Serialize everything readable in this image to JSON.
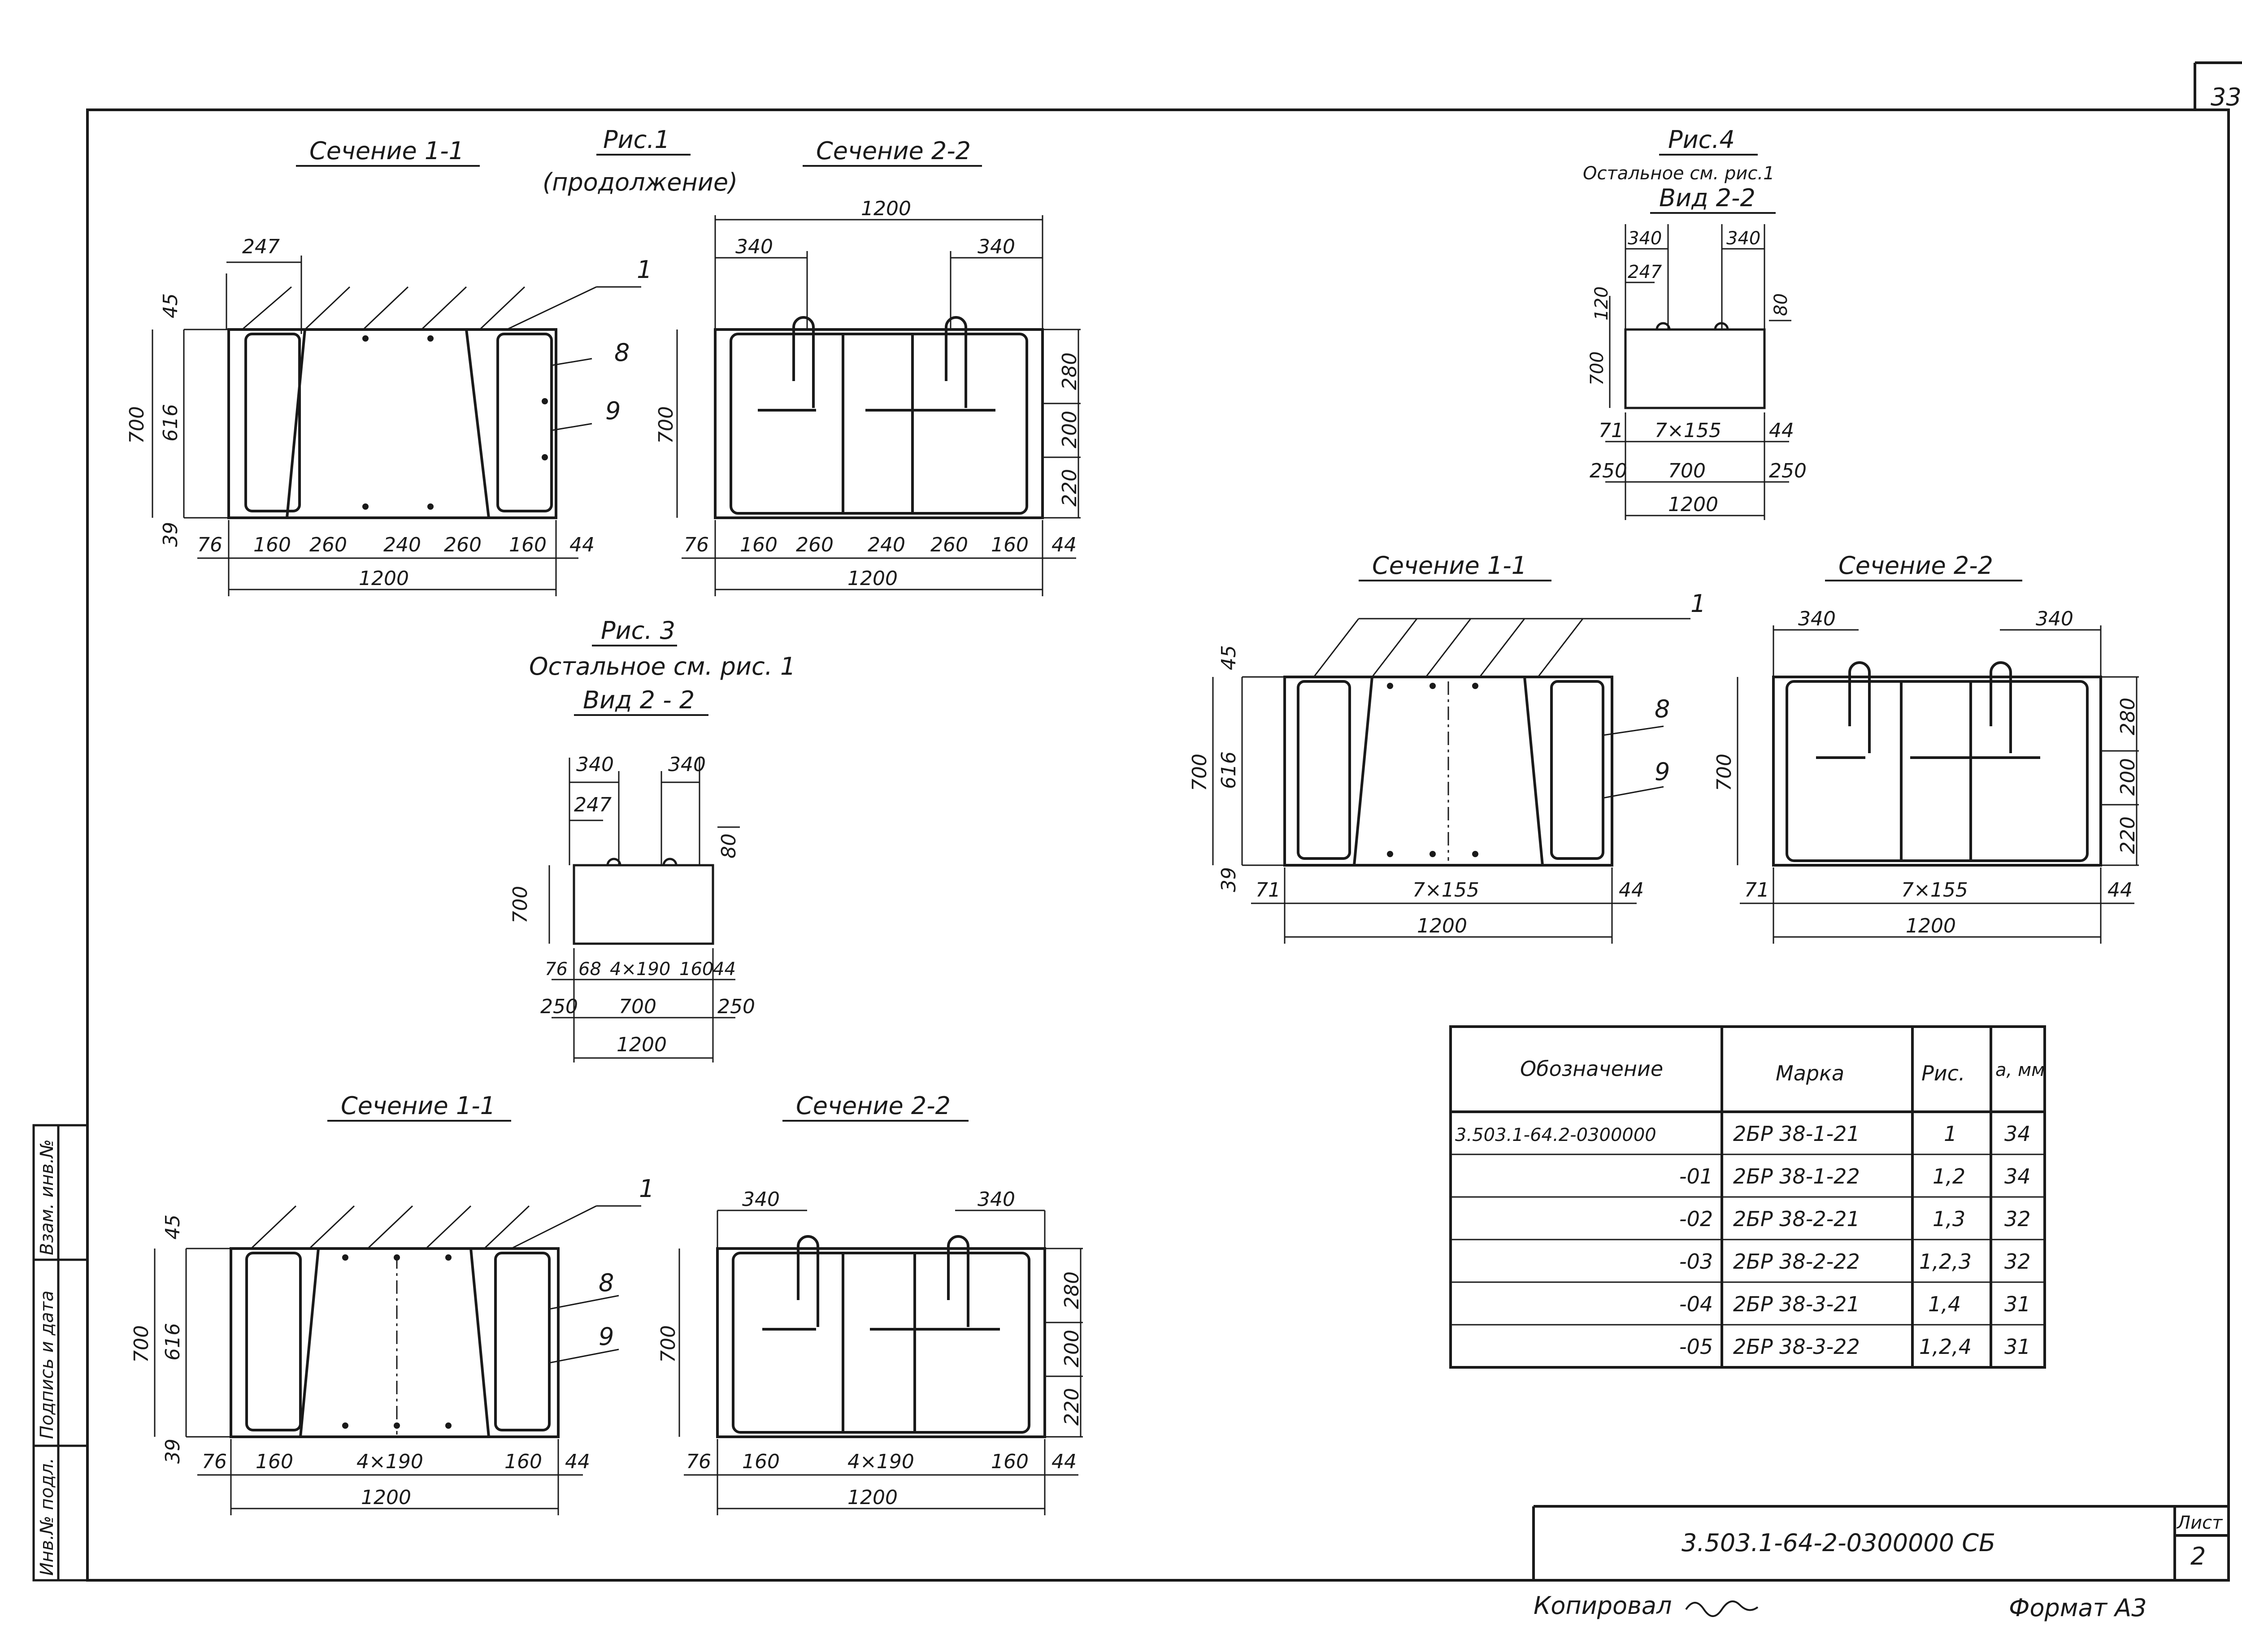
{
  "sheet_no": "33",
  "stamp": {
    "code": "3.503.1-64-2-0300000 СБ",
    "sheet_label": "Лист",
    "sheet_value": "2",
    "copied": "Копировал",
    "format": "Формат А3"
  },
  "side": {
    "a": "Инв.№ подл.",
    "b": "Подпись и дата",
    "c": "Взам. инв.№"
  },
  "fig1": {
    "title": "Рис.1",
    "subtitle": "(продолжение)",
    "s11": "Сечение 1-1",
    "s22": "Сечение 2-2",
    "d247": "247",
    "d45": "45",
    "d700": "700",
    "d616": "616",
    "d39": "39",
    "bot": [
      "76",
      "160",
      "260",
      "240",
      "260",
      "160",
      "44"
    ],
    "d1200": "1200",
    "m1": "1",
    "m8": "8",
    "m9": "9",
    "d340": "340",
    "right": [
      "280",
      "200",
      "220"
    ]
  },
  "fig3": {
    "title": "Рис. 3",
    "note": "Остальное см. рис. 1",
    "view": "Вид 2 - 2",
    "d340": "340",
    "d247": "247",
    "d80": "80",
    "d700": "700",
    "bot": [
      "76",
      "68",
      "4×190",
      "160",
      "44"
    ],
    "bot2": [
      "250",
      "700",
      "250"
    ],
    "d1200": "1200"
  },
  "fig2": {
    "s11": "Сечение 1-1",
    "s22": "Сечение 2-2",
    "d45": "45",
    "d700": "700",
    "d616": "616",
    "d39": "39",
    "bot": [
      "76",
      "160",
      "4×190",
      "160",
      "44"
    ],
    "d1200": "1200",
    "m1": "1",
    "m8": "8",
    "m9": "9",
    "d340": "340",
    "right": [
      "280",
      "200",
      "220"
    ]
  },
  "fig4": {
    "title": "Рис.4",
    "note": "Остальное см. рис.1",
    "view": "Вид 2-2",
    "d340": "340",
    "d247": "247",
    "d120": "120",
    "d80": "80",
    "d700": "700",
    "bot": [
      "71",
      "7×155",
      "44"
    ],
    "bot2": [
      "250",
      "700",
      "250"
    ],
    "d1200": "1200",
    "s11": "Сечение 1-1",
    "s22": "Сечение 2-2",
    "d45": "45",
    "d616": "616",
    "d39": "39",
    "m1": "1",
    "m8": "8",
    "m9": "9",
    "right": [
      "280",
      "200",
      "220"
    ]
  },
  "table": {
    "headers": [
      "Обозначение",
      "Марка",
      "Рис.",
      "а, мм"
    ],
    "rows": [
      [
        "3.503.1-64.2-0300000",
        "2БР 38-1-21",
        "1",
        "34"
      ],
      [
        "-01",
        "2БР 38-1-22",
        "1,2",
        "34"
      ],
      [
        "-02",
        "2БР 38-2-21",
        "1,3",
        "32"
      ],
      [
        "-03",
        "2БР 38-2-22",
        "1,2,3",
        "32"
      ],
      [
        "-04",
        "2БР 38-3-21",
        "1,4",
        "31"
      ],
      [
        "-05",
        "2БР 38-3-22",
        "1,2,4",
        "31"
      ]
    ]
  }
}
